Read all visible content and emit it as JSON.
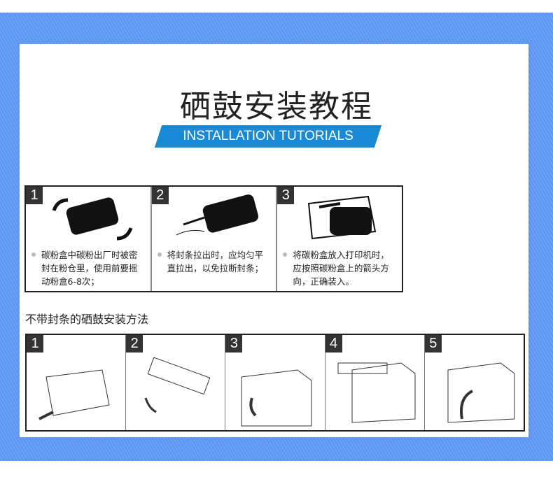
{
  "header": {
    "title": "硒鼓安装教程",
    "subtitle": "INSTALLATION TUTORIALS"
  },
  "steps_with_seal": [
    {
      "number": "1",
      "text": "碳粉盒中碳粉出厂时被密封在粉仓里，使用前要摇动粉盒6-8次；"
    },
    {
      "number": "2",
      "text": "将封条拉出时，应均匀平直拉出，以免拉断封条；"
    },
    {
      "number": "3",
      "text": "将碳粉盒放入打印机时，应按照碳粉盒上的箭头方向，正确装入。"
    }
  ],
  "section2": {
    "title": "不带封条的硒鼓安装方法",
    "steps": [
      {
        "number": "1"
      },
      {
        "number": "2"
      },
      {
        "number": "3"
      },
      {
        "number": "4"
      },
      {
        "number": "5"
      }
    ]
  },
  "colors": {
    "background": "#5b95f2",
    "banner": "#1a8ad6"
  }
}
